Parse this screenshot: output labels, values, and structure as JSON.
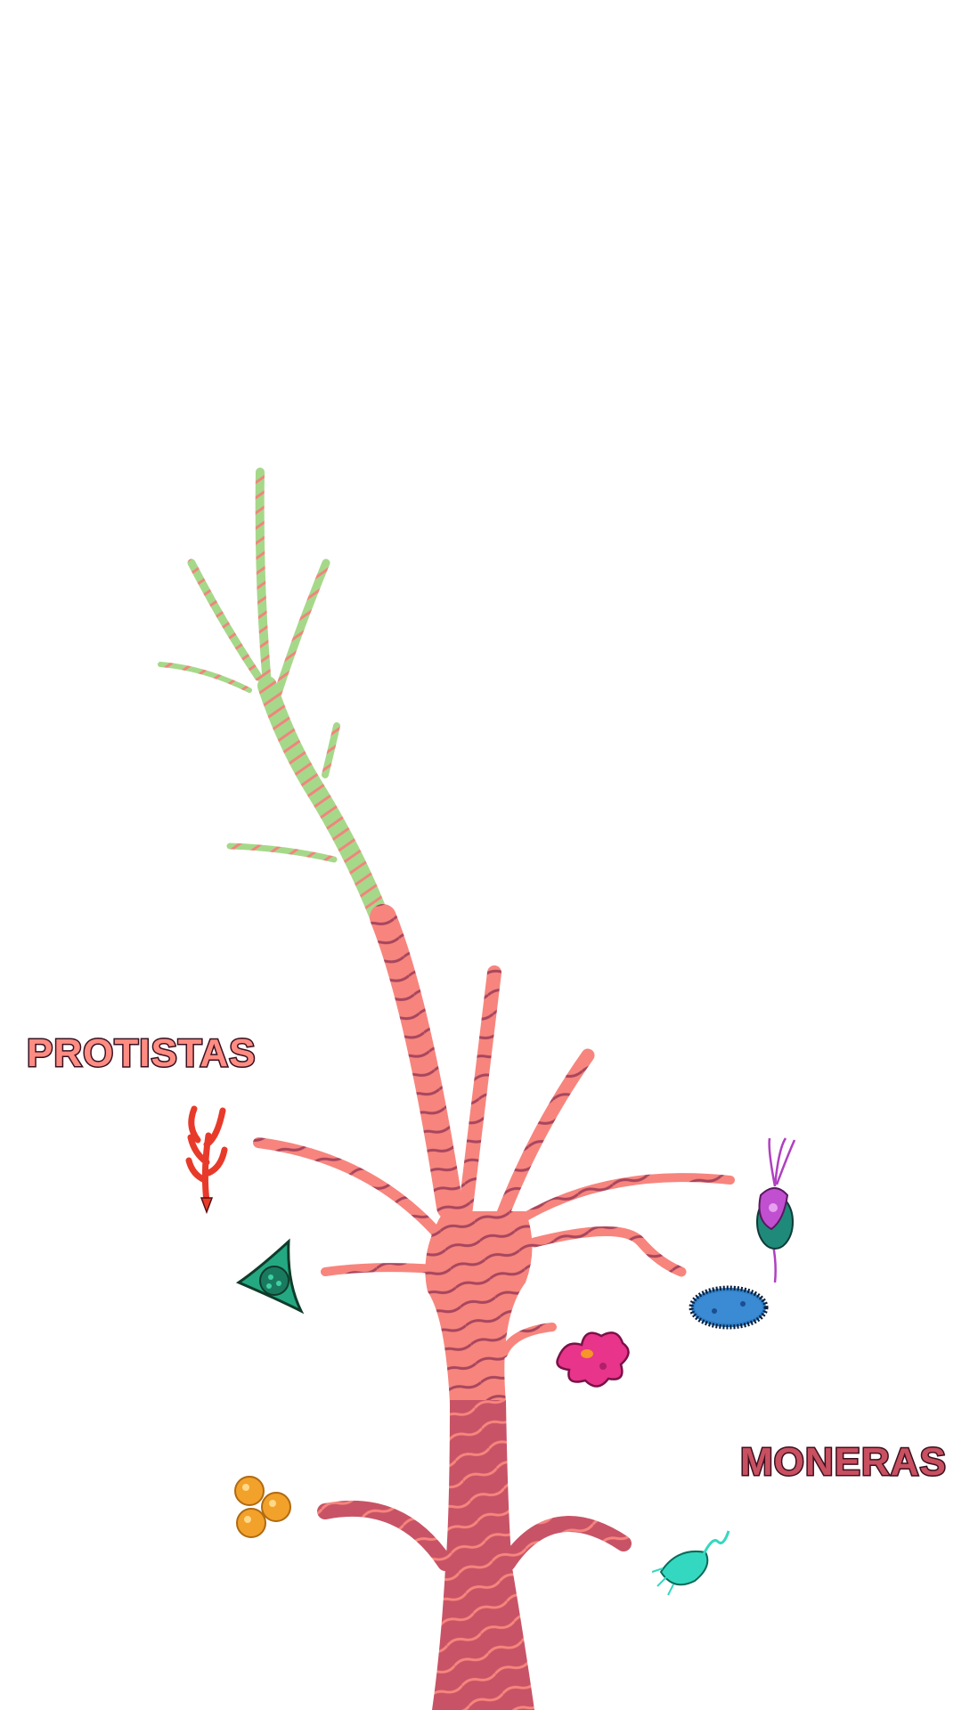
{
  "labels": {
    "protistas": "PROTISTAS",
    "moneras": "MONERAS"
  },
  "colors": {
    "background": "#ffffff",
    "trunk_upper": "#f7857d",
    "trunk_lower": "#c85366",
    "trunk_stripe": "#a8465e",
    "trunk_lower_stripe": "#f7857d",
    "plant_branch": "#a6d88a",
    "plant_stripe": "#f0857d",
    "protistas_text": "#ff8c82",
    "moneras_text": "#c85060",
    "text_outline": "#3a1020"
  },
  "organisms": [
    {
      "name": "red-algae",
      "group": "protistas"
    },
    {
      "name": "dinoflagellate",
      "group": "protistas"
    },
    {
      "name": "amoeba",
      "group": "protistas"
    },
    {
      "name": "flagellate",
      "group": "protistas"
    },
    {
      "name": "paramecium",
      "group": "protistas"
    },
    {
      "name": "coccus-bacteria",
      "group": "moneras"
    },
    {
      "name": "spirillum-bacteria",
      "group": "moneras"
    }
  ]
}
